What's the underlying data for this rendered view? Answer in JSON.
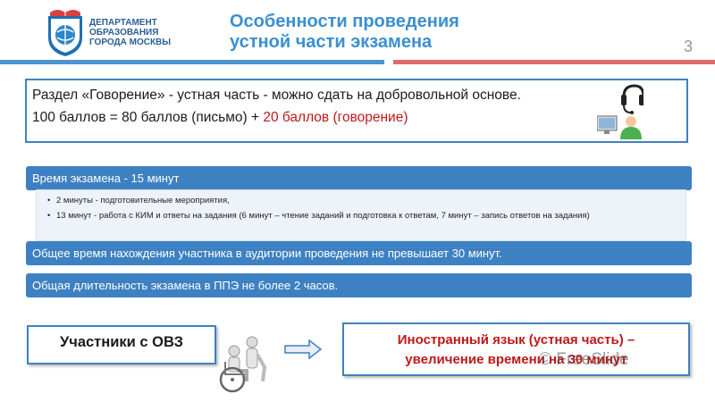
{
  "logo": {
    "line1": "ДЕПАРТАМЕНТ",
    "line2": "ОБРАЗОВАНИЯ",
    "line3": "ГОРОДА МОСКВЫ",
    "icon": "dept-emblem-icon"
  },
  "header": {
    "title_line1": "Особенности проведения",
    "title_line2": "устной части экзамена",
    "slide_number": "3"
  },
  "colors": {
    "accent_blue": "#3e81c2",
    "title_blue": "#3c8fcf",
    "highlight_red": "#c01818",
    "rule_red": "#e26a6a"
  },
  "main_box": {
    "line1": "Раздел «Говорение» - устная часть - можно сдать на добровольной основе.",
    "line2_prefix": "100 баллов  =  80 баллов  (письмо) + ",
    "line2_highlight": "20 баллов (говорение)",
    "icon": "operator-headset-icon"
  },
  "info": {
    "bar1": "Время экзамена - 15 минут",
    "bullets": [
      "2 минуты -  подготовительные мероприятия,",
      "13 минут - работа с КИМ и ответы на задания (6 минут – чтение заданий и подготовка к ответам, 7 минут – запись ответов на задания)"
    ],
    "bar2": "Общее время нахождения участника в аудитории проведения не превышает 30 минут.",
    "bar3": "Общая длительность экзамена в ППЭ не более 2 часов."
  },
  "bottom": {
    "ovz_label": "Участники с ОВЗ",
    "lang_line1": "Иностранный язык (устная часть) –",
    "lang_line2": "увеличение времени на 30 минут",
    "icons": [
      "wheelchair-icon",
      "arrow-right-icon"
    ]
  },
  "watermark": "© FreeSlide"
}
